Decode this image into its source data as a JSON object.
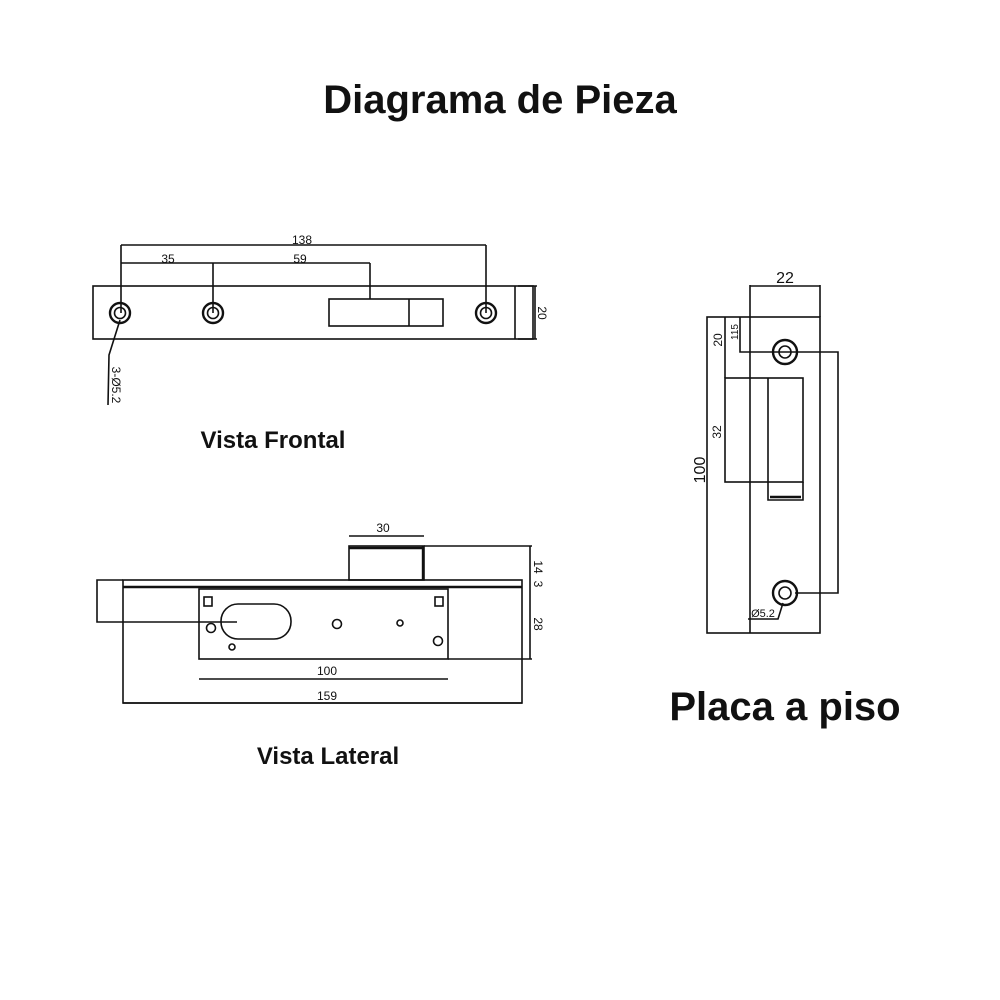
{
  "title": "Diagrama de Pieza",
  "front_view": {
    "caption": "Vista Frontal",
    "dims": {
      "overall": "138",
      "first": "35",
      "second": "59",
      "height": "20",
      "holes": "3-Ø5.2"
    }
  },
  "side_view": {
    "caption": "Vista Lateral",
    "dims": {
      "top_width": "30",
      "top_height": "14",
      "plate": "3",
      "body_height": "28",
      "inner_length": "100",
      "overall_length": "159"
    }
  },
  "floor_plate": {
    "caption": "Placa a piso",
    "dims": {
      "width": "22",
      "length": "100",
      "top_offset": "20",
      "hole_offset": "115",
      "slot": "32",
      "hole": "Ø5.2"
    }
  }
}
